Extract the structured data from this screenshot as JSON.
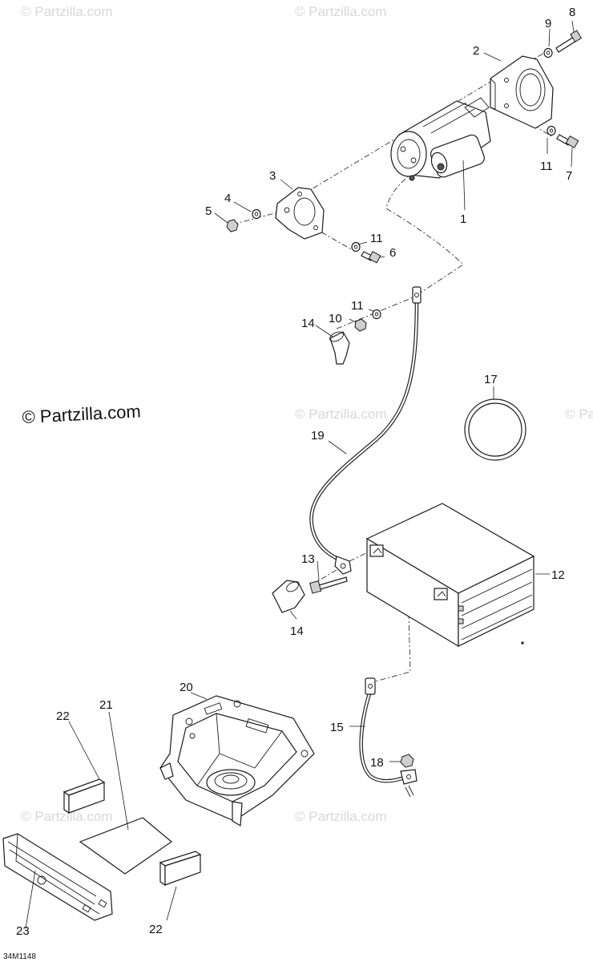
{
  "watermarks": [
    "© Partzilla.com",
    "© Partzilla.com",
    "© Partzilla.com",
    "© Partzilla.com",
    "© Partzilla.com",
    "© Partzilla.com"
  ],
  "copyright": "© Partzilla.com",
  "diagram_code": "34M1148",
  "callouts": {
    "c1": "1",
    "c2": "2",
    "c3": "3",
    "c4": "4",
    "c5": "5",
    "c6": "6",
    "c7": "7",
    "c8": "8",
    "c9": "9",
    "c10": "10",
    "c11a": "11",
    "c11b": "11",
    "c11c": "11",
    "c12": "12",
    "c13": "13",
    "c14a": "14",
    "c14b": "14",
    "c15": "15",
    "c17": "17",
    "c18": "18",
    "c19": "19",
    "c20": "20",
    "c21": "21",
    "c22a": "22",
    "c22b": "22",
    "c23": "23"
  }
}
